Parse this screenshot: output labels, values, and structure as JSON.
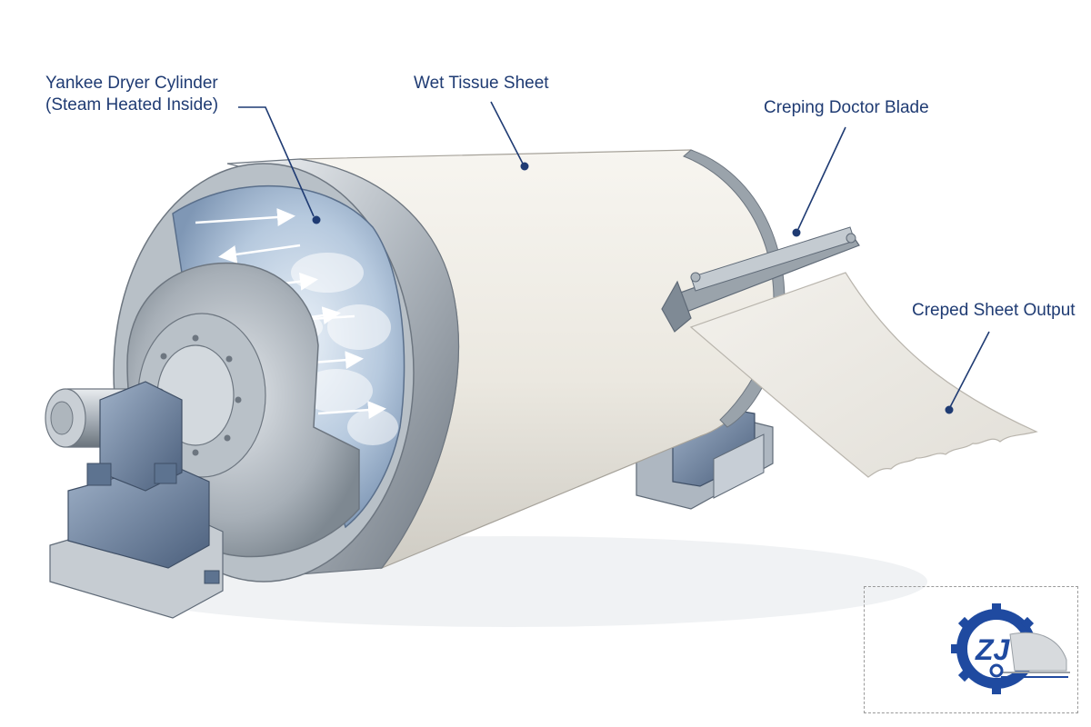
{
  "labels": {
    "yankee_line1": "Yankee Dryer Cylinder",
    "yankee_line2": "(Steam Heated Inside)",
    "wet_sheet": "Wet Tissue Sheet",
    "doctor_blade": "Creping Doctor Blade",
    "creped_output": "Creped Sheet Output"
  },
  "logo": {
    "letters": "ZJ"
  },
  "colors": {
    "label_text": "#1f3b73",
    "leader_line": "#1f3b73",
    "steel": "#9aa3ab",
    "bearing_blue": "#5d7390",
    "tissue": "#efece5",
    "steam": "#9fb7d3",
    "logo_blue": "#1f4aa0"
  }
}
